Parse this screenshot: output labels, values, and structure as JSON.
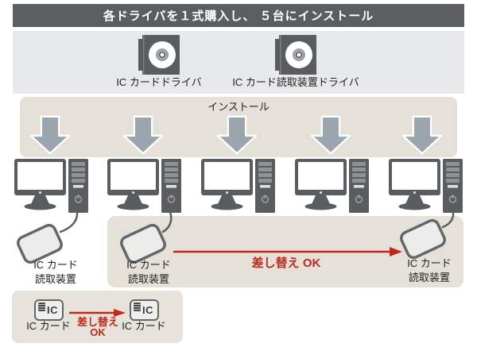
{
  "header": {
    "title": "各ドライバを１式購入し、 ５台にインストール"
  },
  "top_panel": {
    "discs": [
      {
        "label": "IC カードドライバ"
      },
      {
        "label": "IC カード読取装置ドライバ"
      }
    ]
  },
  "install_band": {
    "label": "インストール"
  },
  "readers": [
    {
      "line1": "IC カード",
      "line2": "読取装置"
    },
    {
      "line1": "IC カード",
      "line2": "読取装置"
    },
    {
      "line1": "IC カード",
      "line2": "読取装置"
    }
  ],
  "swap": {
    "label": "差し替え OK"
  },
  "card_swap": {
    "cards": [
      {
        "text": "IC",
        "label": "IC カード"
      },
      {
        "text": "IC",
        "label": "IC カード"
      }
    ],
    "line1": "差し替え",
    "line2": "OK"
  },
  "colors": {
    "header_bg": "#5a5e61",
    "panel_gray": "#e8e9eb",
    "band_beige": "#e5e1d8",
    "icon_dark": "#595d60",
    "arrow_gray": "#9aa5ae",
    "accent_red": "#c0271d"
  }
}
